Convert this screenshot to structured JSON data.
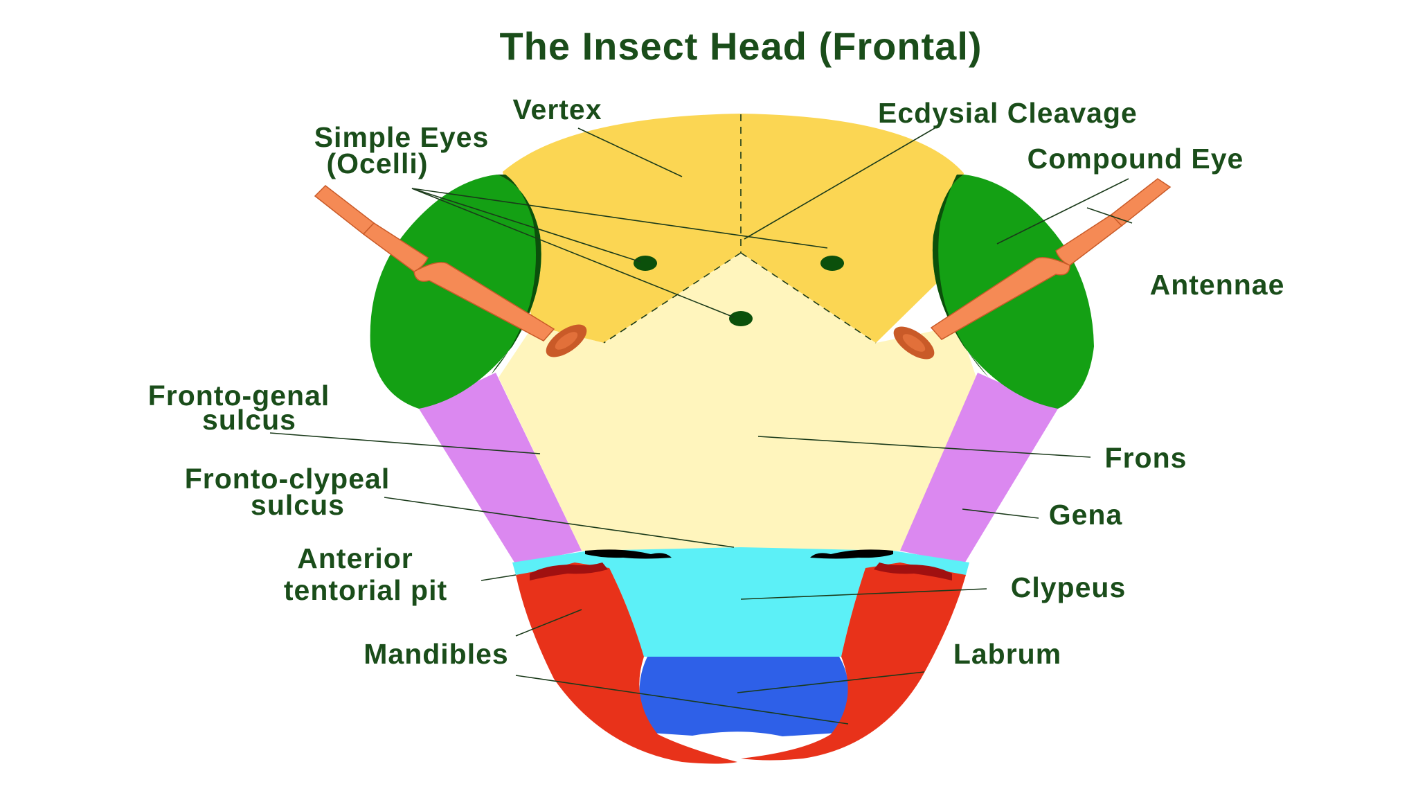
{
  "title": "The Insect Head (Frontal)",
  "labels": {
    "vertex": "Vertex",
    "ecdysial": "Ecdysial Cleavage",
    "simple_eyes_1": "Simple Eyes",
    "simple_eyes_2": "(Ocelli)",
    "compound_eye": "Compound Eye",
    "antennae": "Antennae",
    "fronto_genal_1": "Fronto-genal",
    "fronto_genal_2": "sulcus",
    "frons": "Frons",
    "fronto_clypeal_1": "Fronto-clypeal",
    "fronto_clypeal_2": "sulcus",
    "gena": "Gena",
    "anterior_1": "Anterior",
    "anterior_2": "tentorial pit",
    "clypeus": "Clypeus",
    "mandibles": "Mandibles",
    "labrum": "Labrum"
  },
  "colors": {
    "title": "#1a4d1a",
    "vertex": "#fbd653",
    "frons": "#fff5bd",
    "compound_eye": "#14a014",
    "eye_rim": "#0b500b",
    "antenna": "#f58a55",
    "antenna_socket": "#c95a28",
    "gena": "#db88f0",
    "clypeus": "#5cf0f7",
    "labrum": "#2e60e8",
    "mandible": "#e8321a",
    "ocellus": "#0b500b"
  },
  "icons": {
    "ocellus": "ocellus-dot",
    "antenna": "antenna-shape"
  }
}
